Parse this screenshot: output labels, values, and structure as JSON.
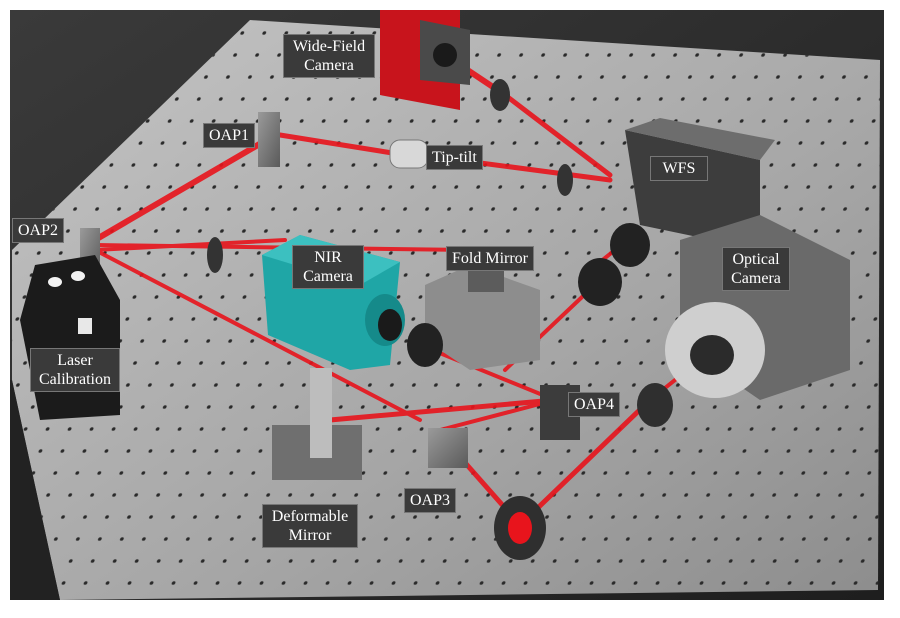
{
  "labels": {
    "wide_field_camera": "Wide-Field\nCamera",
    "oap1": "OAP1",
    "tip_tilt": "Tip-tilt",
    "wfs": "WFS",
    "oap2": "OAP2",
    "nir_camera": "NIR\nCamera",
    "fold_mirror": "Fold Mirror",
    "optical_camera": "Optical\nCamera",
    "laser_calibration": "Laser\nCalibration",
    "oap4": "OAP4",
    "oap3": "OAP3",
    "deformable_mirror": "Deformable\nMirror"
  },
  "colors": {
    "beam": "#e8141c",
    "table": "#a9a9a9",
    "nir_camera": "#1fa6a6",
    "wide_field_camera": "#c8141c",
    "background": "#2e2e2e"
  }
}
